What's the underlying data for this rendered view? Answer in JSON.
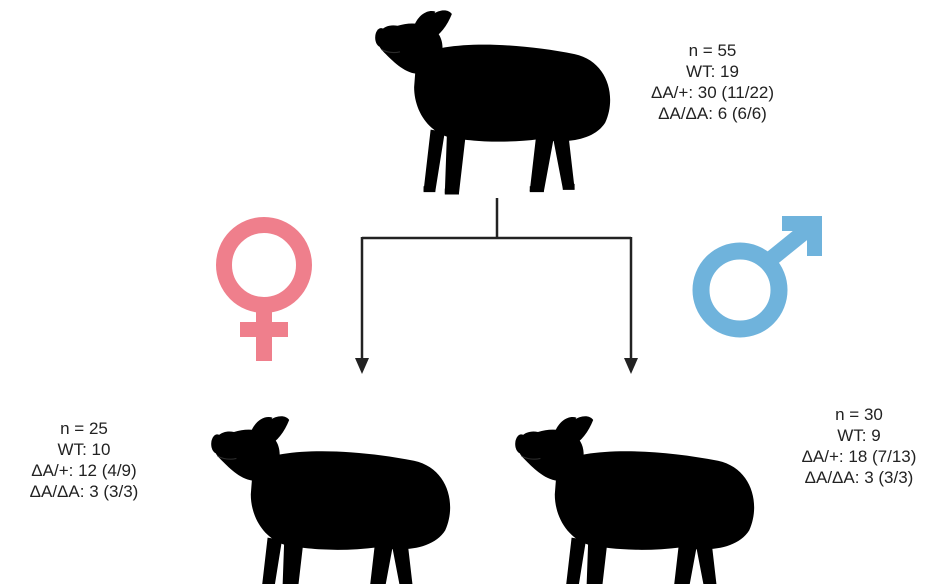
{
  "colors": {
    "female_symbol": "#ef7f8c",
    "male_symbol": "#6fb3dc",
    "pig_parent": "#eab8b8",
    "pig_female": "#f2b5b5",
    "pig_male": "#9ab9df",
    "arrows": "#222222"
  },
  "icons": {
    "female_symbol": "female-symbol-icon",
    "male_symbol": "male-symbol-icon",
    "pig": "pig-icon"
  },
  "parent": {
    "n": "n = 55",
    "wt": "WT: 19",
    "het": "ΔA/+: 30 (11/22)",
    "hom": "ΔA/ΔA: 6 (6/6)"
  },
  "female": {
    "n": "n = 25",
    "wt": "WT: 10",
    "het": "ΔA/+: 12 (4/9)",
    "hom": "ΔA/ΔA: 3 (3/3)"
  },
  "male": {
    "n": "n = 30",
    "wt": "WT: 9",
    "het": "ΔA/+: 18 (7/13)",
    "hom": "ΔA/ΔA: 3 (3/3)"
  }
}
